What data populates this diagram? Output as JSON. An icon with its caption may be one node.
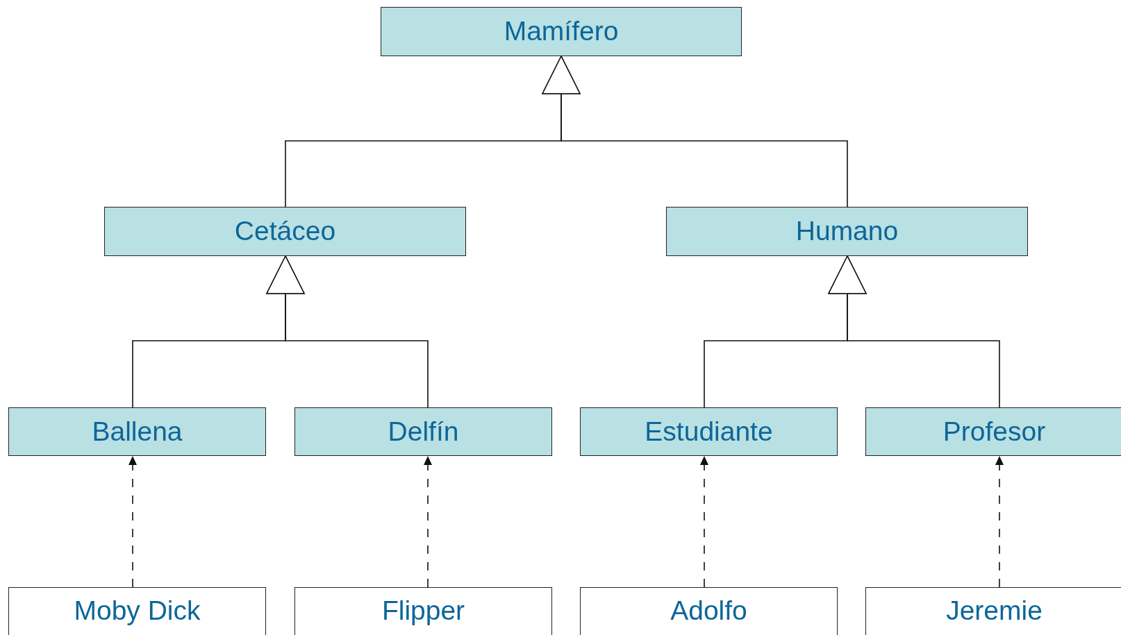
{
  "diagram": {
    "nodes": [
      {
        "text": [
          "Mamífero"
        ]
      },
      {
        "text": [
          "Cetáceo"
        ]
      },
      {
        "text": [
          "Humano"
        ]
      },
      {
        "text": [
          "Ballena"
        ]
      },
      {
        "text": [
          "Delfín"
        ]
      },
      {
        "text": [
          "Estudiante"
        ]
      },
      {
        "text": [
          "Profesor"
        ]
      },
      {
        "text": [
          "Moby Dick"
        ]
      },
      {
        "text": [
          "Flipper"
        ]
      },
      {
        "text": [
          "Adolfo"
        ]
      },
      {
        "text": [
          "Jeremie"
        ]
      }
    ],
    "edges": [
      {
        "from": 1,
        "to": 0,
        "arrow": "to"
      },
      {
        "from": 2,
        "to": 0,
        "arrow": "to"
      },
      {
        "from": 3,
        "to": 1,
        "arrow": "to"
      },
      {
        "from": 4,
        "to": 1,
        "arrow": "to"
      },
      {
        "from": 5,
        "to": 2,
        "arrow": "to"
      },
      {
        "from": 6,
        "to": 2,
        "arrow": "to"
      },
      {
        "from": 7,
        "to": 3,
        "arrow": "to",
        "style": "dashed"
      },
      {
        "from": 8,
        "to": 4,
        "arrow": "to",
        "style": "dashed"
      },
      {
        "from": 9,
        "to": 5,
        "arrow": "to",
        "style": "dashed"
      },
      {
        "from": 10,
        "to": 6,
        "arrow": "to",
        "style": "dashed"
      }
    ]
  }
}
